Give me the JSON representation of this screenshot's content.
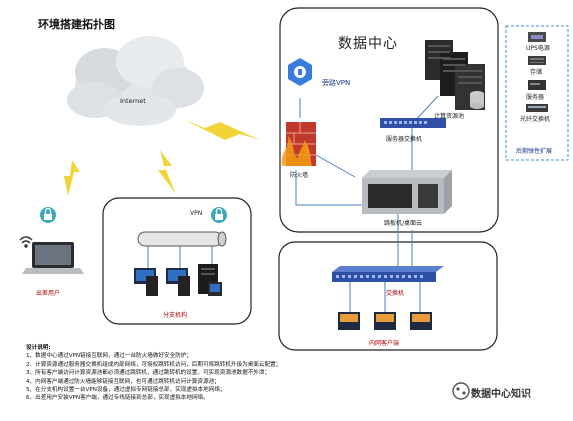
{
  "title": "环境搭建拓扑图",
  "datacenter": {
    "title": "数据中心",
    "bypass_vpn": "旁路VPN",
    "firewall": "防火墙",
    "compute": "计算资源池",
    "server_switch": "服务器交换机",
    "jump_host": "跳板机/桌面云"
  },
  "legend": {
    "items": [
      "UPS电源",
      "存储",
      "服务器",
      "光纤交换机"
    ],
    "footer": "后期弹性扩展"
  },
  "internet": "Internet",
  "remote_user": "出差用户",
  "branch": {
    "vpn": "VPN",
    "label": "分支机构"
  },
  "lan": {
    "switch": "交换机",
    "clients": "内网客户端"
  },
  "notes": {
    "heading": "设计说明:",
    "lines": [
      "1、数据中心通过VPN链接互联网，通过一台防火墙做好安全防护；",
      "2、计算资源通过服务器交换机组成内部网络，可授权跳转机访问，后期可将跳转机升级为桌面云配置；",
      "3、所有客户端访问计算资源池都必须通过跳转机，通过跳转机的设置，可实现资源池数据不外泄；",
      "4、内网客户端通过防火墙能够链接互联网，也可通过跳转机访问计算资源池；",
      "5、在分支机构设置一台VPN设备，通过虚拟专网链接总部，实现虚拟本地网络；",
      "6、出差用户安装VPN客户端，通过专线链接到总部，实现虚拟本地网络。"
    ]
  },
  "watermark": "数据中心知识"
}
